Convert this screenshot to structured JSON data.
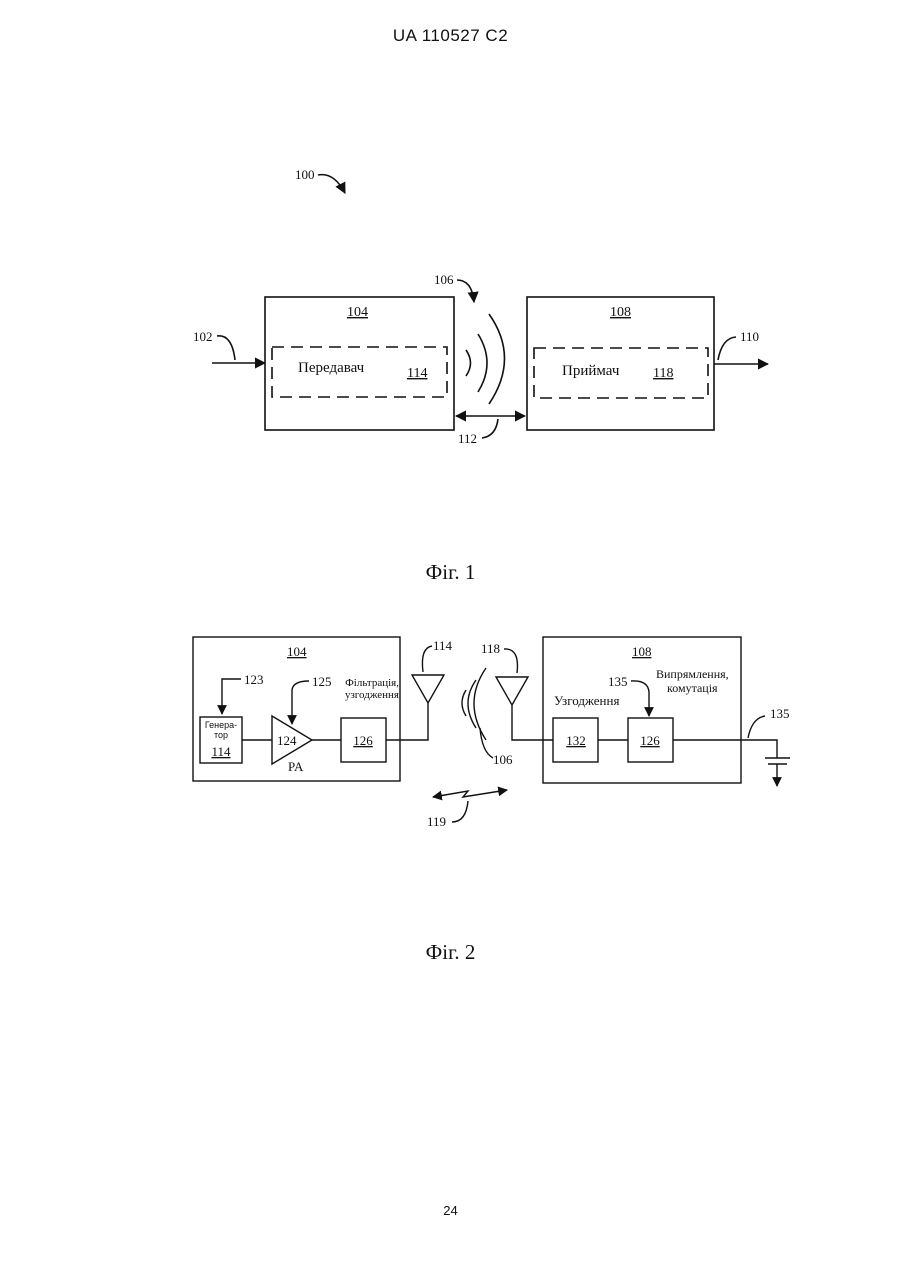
{
  "header": {
    "text": "UA   110527   C2"
  },
  "page_number": "24",
  "fig1": {
    "caption": "Фіг. 1",
    "ref_system": "100",
    "ref_input": "102",
    "ref_transmitter_block": "104",
    "ref_wave": "106",
    "ref_receiver_block": "108",
    "ref_output": "110",
    "ref_link": "112",
    "transmitter_label": "Передавач",
    "transmitter_ref": "114",
    "receiver_label": "Приймач",
    "receiver_ref": "118"
  },
  "fig2": {
    "caption": "Фіг. 2",
    "ref_tx_block": "104",
    "ref_rx_block": "108",
    "ref_tx_antenna": "114",
    "ref_rx_antenna": "118",
    "ref_123": "123",
    "ref_125": "125",
    "filter_label_1": "Фільтрація,",
    "filter_label_2": "узгодження",
    "generator_label_1": "Генера-",
    "generator_label_2": "тор",
    "generator_ref": "114",
    "pa_ref": "124",
    "pa_label": "PA",
    "filter_ref": "126",
    "ref_wave": "106",
    "ref_link": "119",
    "match_label": "Узгодження",
    "match_ref": "132",
    "ref_135_top": "135",
    "rect_label_1": "Випрямлення,",
    "rect_label_2": "комутація",
    "rect_ref": "126",
    "ref_135_out": "135"
  }
}
